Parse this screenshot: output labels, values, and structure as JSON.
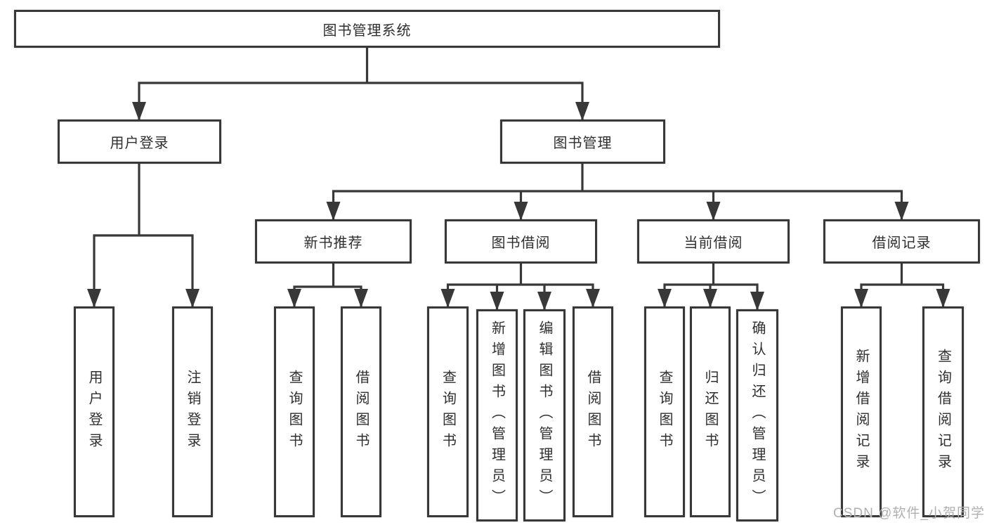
{
  "colors": {
    "line": "#383838",
    "box_border": "#383838",
    "text": "#2f2f2f",
    "background": "#ffffff",
    "watermark": "#b0b0b0"
  },
  "watermark": {
    "text": "CSDN @软件_小贺同学"
  },
  "tree": {
    "root": {
      "label": "图书管理系统",
      "children": [
        {
          "label": "用户登录",
          "children": [
            {
              "label": "用户登录"
            },
            {
              "label": "注销登录"
            }
          ]
        },
        {
          "label": "图书管理",
          "children": [
            {
              "label": "新书推荐",
              "children": [
                {
                  "label": "查询图书"
                },
                {
                  "label": "借阅图书"
                }
              ]
            },
            {
              "label": "图书借阅",
              "children": [
                {
                  "label": "查询图书"
                },
                {
                  "label": "新增图书（管理员）"
                },
                {
                  "label": "编辑图书（管理员）"
                },
                {
                  "label": "借阅图书"
                }
              ]
            },
            {
              "label": "当前借阅",
              "children": [
                {
                  "label": "查询图书"
                },
                {
                  "label": "归还图书"
                },
                {
                  "label": "确认归还（管理员）"
                }
              ]
            },
            {
              "label": "借阅记录",
              "children": [
                {
                  "label": "新增借阅记录"
                },
                {
                  "label": "查询借阅记录"
                }
              ]
            }
          ]
        }
      ]
    }
  }
}
